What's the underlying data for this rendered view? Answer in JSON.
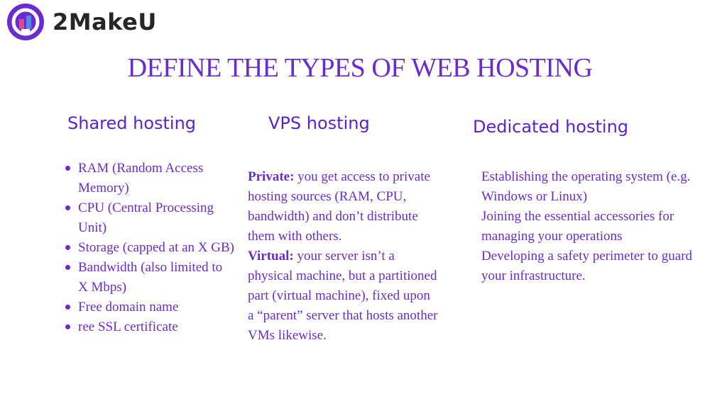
{
  "brand": {
    "name": "2MakeU"
  },
  "title": "DEFINE THE TYPES OF WEB HOSTING",
  "columns": [
    {
      "heading": "Shared hosting",
      "items": [
        "RAM (Random Access Memory)",
        "CPU (Central Processing Unit)",
        "Storage (capped at an X GB)",
        "Bandwidth (also limited to X Mbps)",
        "Free domain name",
        "ree SSL certificate"
      ]
    },
    {
      "heading": "VPS hosting",
      "private_label": "Private:",
      "private_text": " you get access to private hosting sources (RAM, CPU, bandwidth) and don’t distribute them with others.",
      "virtual_label": "Virtual:",
      "virtual_text": " your server isn’t a physical machine, but a partitioned part (virtual machine), fixed upon a “parent” server that hosts another VMs likewise."
    },
    {
      "heading": "Dedicated hosting",
      "lines": [
        "Establishing the operating system (e.g. Windows or Linux)",
        "Joining the essential accessories for managing your operations",
        "Developing a safety perimeter to guard your infrastructure."
      ]
    }
  ],
  "colors": {
    "accent": "#6a2bd1",
    "heading": "#5a1fd6",
    "logo_text": "#262626"
  }
}
